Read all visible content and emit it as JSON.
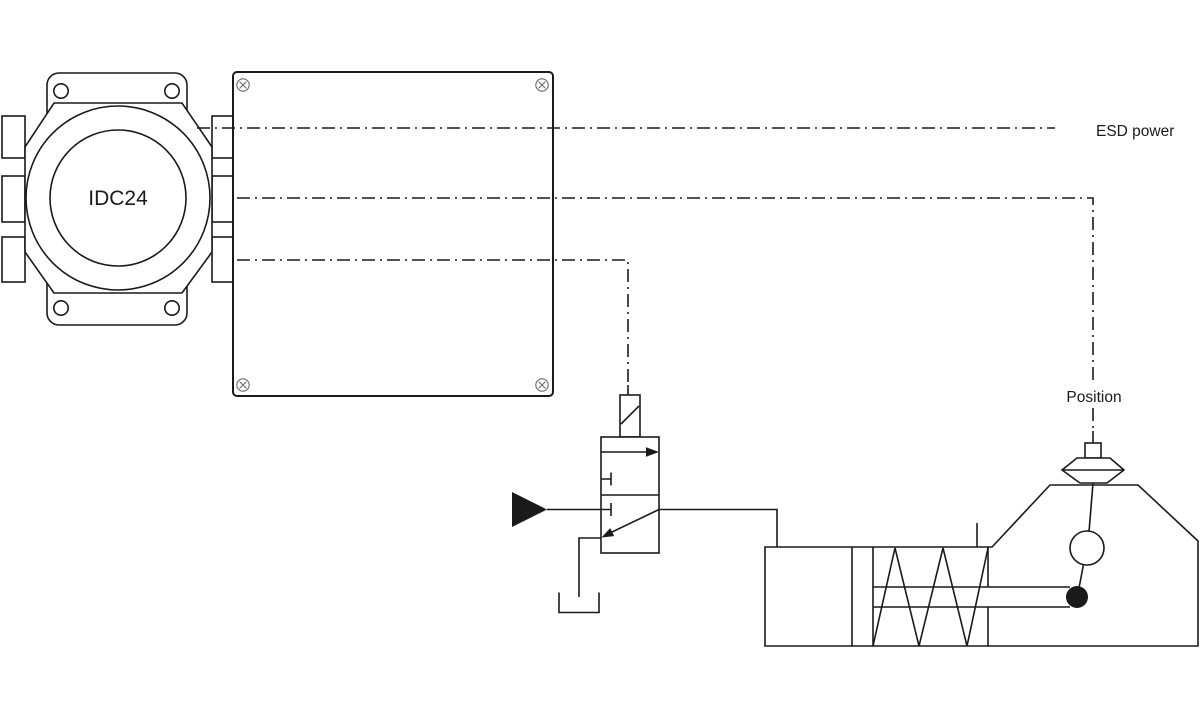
{
  "labels": {
    "device": "IDC24",
    "esd_power": "ESD power",
    "position": "Position"
  },
  "colors": {
    "ink": "#1a1a1a",
    "background": "#ffffff",
    "screw_gray": "#6b6b6b"
  },
  "icons": {
    "corner_fasteners": "phillips-screw-icon",
    "air_supply": "supply-triangle-icon",
    "flow_arrows": "filled-arrow-icon",
    "exhaust": "drain-cup-icon"
  },
  "line_style": "dash-dot-signal"
}
